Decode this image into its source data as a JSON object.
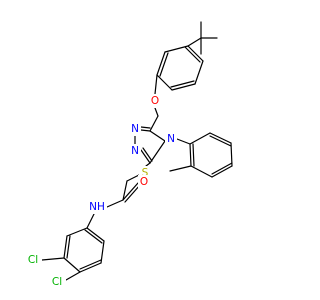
{
  "molecule": {
    "colors": {
      "bond": "#000000",
      "O": "#ff0000",
      "N": "#0000ff",
      "S": "#b2b200",
      "Cl": "#00b200",
      "H": "#0000ff"
    },
    "atom_labels": {
      "ether_oxygen": "O",
      "triazole_n1": "N",
      "triazole_n2": "N",
      "triazole_n4": "N",
      "thioether_sulfur": "S",
      "carbonyl_oxygen": "O",
      "amide_nh": "NH",
      "chlorine_3": "Cl",
      "chlorine_4": "Cl"
    }
  }
}
